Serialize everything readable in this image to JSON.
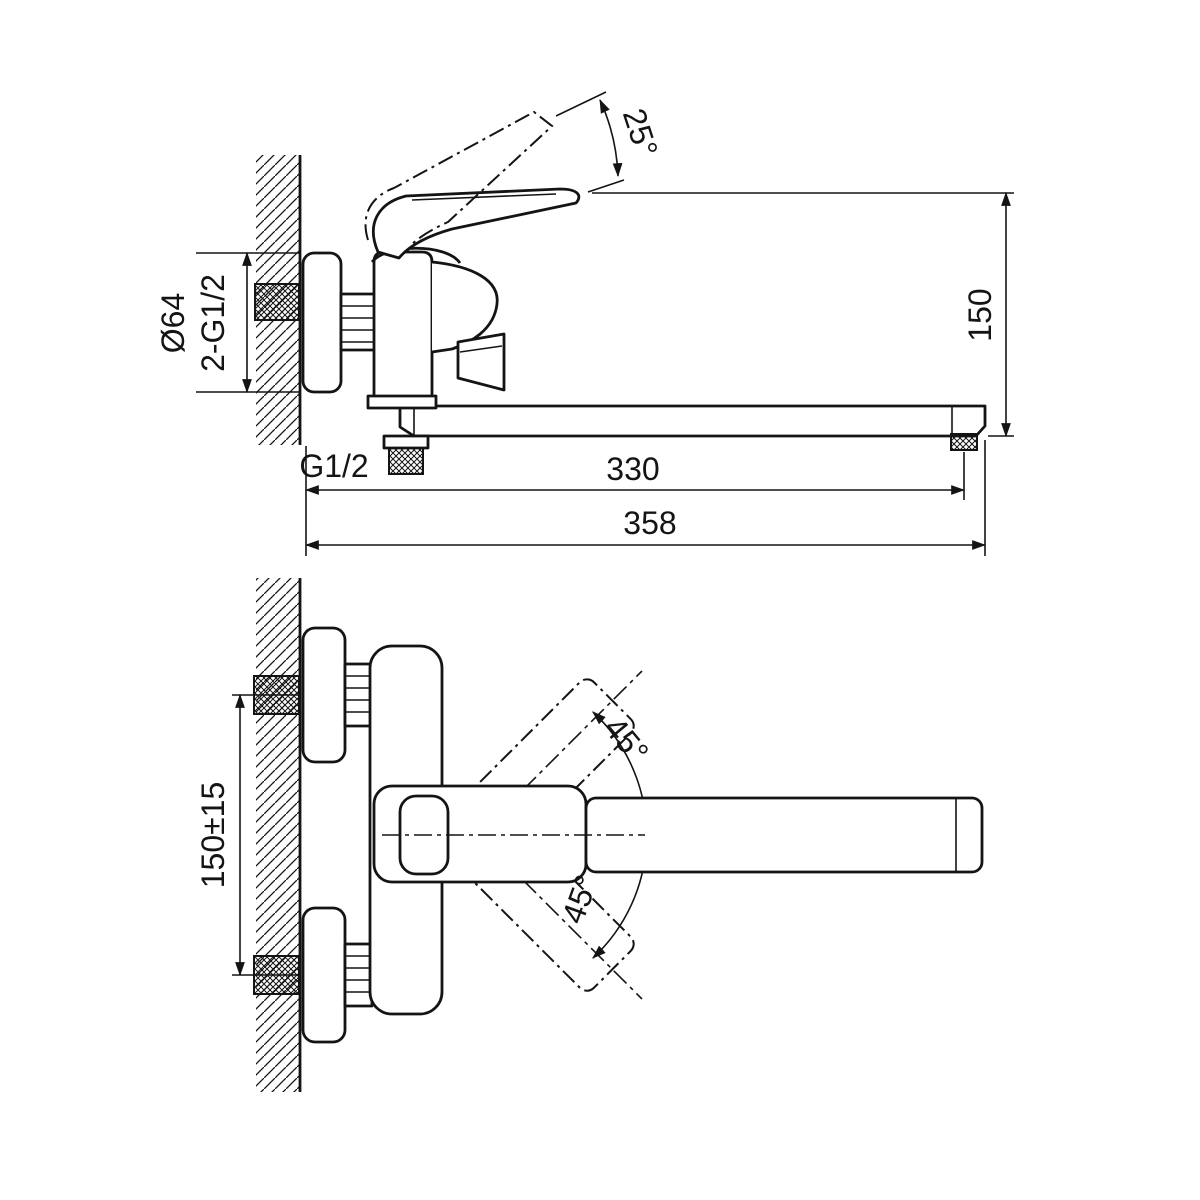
{
  "drawing": {
    "background": "#ffffff",
    "line_color": "#141414",
    "side_view": {
      "handle_angle": "25°",
      "flange_diameter": "Ø64",
      "wall_thread": "2-G1/2",
      "height": "150",
      "shower_thread": "G1/2",
      "spout_reach": "330",
      "total_length": "358"
    },
    "front_view": {
      "swivel_up": "45°",
      "swivel_down": "45°",
      "connection_spacing": "150±15"
    }
  }
}
